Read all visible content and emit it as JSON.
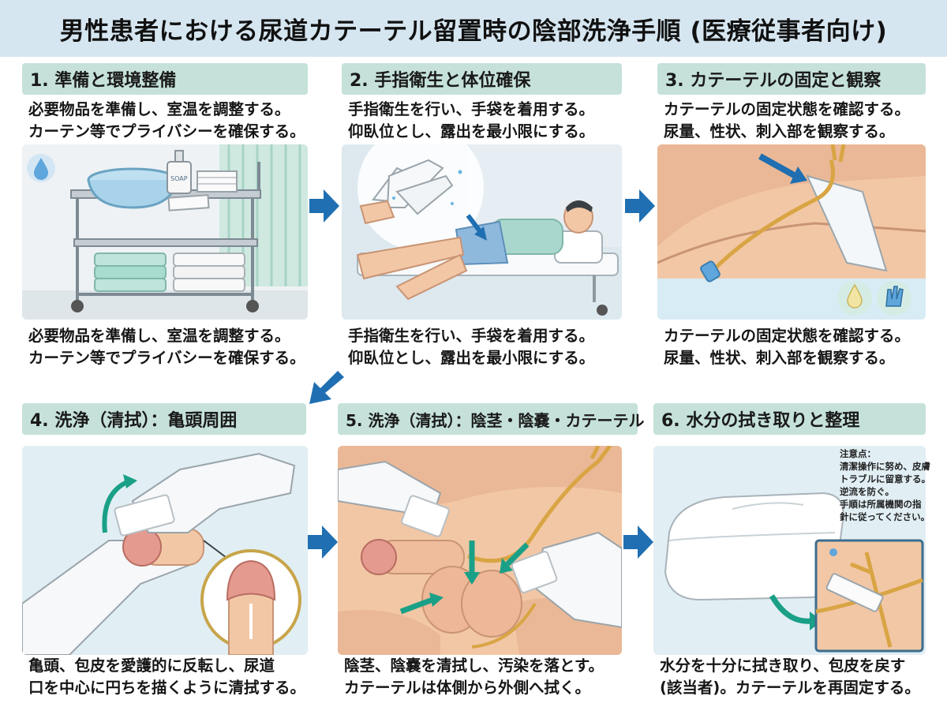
{
  "title": "男性患者における尿道カテーテル留置時の陰部洗浄手順 (医療従事者向け)",
  "steps": [
    {
      "heading": "1. 準備と環境整備",
      "top_line1": "必要物品を準備し、室温を調整する。",
      "top_line2": "カーテン等でプライバシーを確保する。",
      "bottom_line1": "必要物品を準備し、室温を調整する。",
      "bottom_line2": "カーテン等でプライバシーを確保する。",
      "soap_label": "SOAP"
    },
    {
      "heading": "2. 手指衛生と体位確保",
      "top_line1": "手指衛生を行い、手袋を着用する。",
      "top_line2": "仰臥位とし、露出を最小限にする。",
      "bottom_line1": "手指衛生を行い、手袋を着用する。",
      "bottom_line2": "仰臥位とし、露出を最小限にする。"
    },
    {
      "heading": "3. カテーテルの固定と観察",
      "top_line1": "カテーテルの固定状態を確認する。",
      "top_line2": "尿量、性状、刺入部を観察する。",
      "bottom_line1": "カテーテルの固定状態を確認する。",
      "bottom_line2": "尿量、性状、刺入部を観察する。"
    },
    {
      "heading": "4. 洗浄（清拭）：亀頭周囲",
      "bottom_line1": "亀頭、包皮を愛護的に反転し、尿道",
      "bottom_line2": "口を中心に円ちを描くように清拭する。"
    },
    {
      "heading": "5. 洗浄（清拭）：陰茎・陰嚢・カテーテル",
      "bottom_line1": "陰茎、陰嚢を清拭し、汚染を落とす。",
      "bottom_line2": "カテーテルは体側から外側へ拭く。"
    },
    {
      "heading": "6. 水分の拭き取りと整理",
      "bottom_line1": "水分を十分に拭き取り、包皮を戻す",
      "bottom_line2": "(該当者)。カテーテルを再固定する。"
    }
  ],
  "note": {
    "line1": "注意点：",
    "line2": "清潔操作に努め、皮膚",
    "line3": "トラブルに留意する。",
    "line4": "逆流を防ぐ。",
    "line5": "手順は所属機関の指",
    "line6": "針に従ってください。"
  },
  "colors": {
    "title_bg": "#d6e6f1",
    "step_head_bg": "#c5e1da",
    "flow_arrow": "#1f6fb2",
    "accent_teal": "#1aa087",
    "skin": "#f2c7a5",
    "glove": "#f6f8fa"
  }
}
